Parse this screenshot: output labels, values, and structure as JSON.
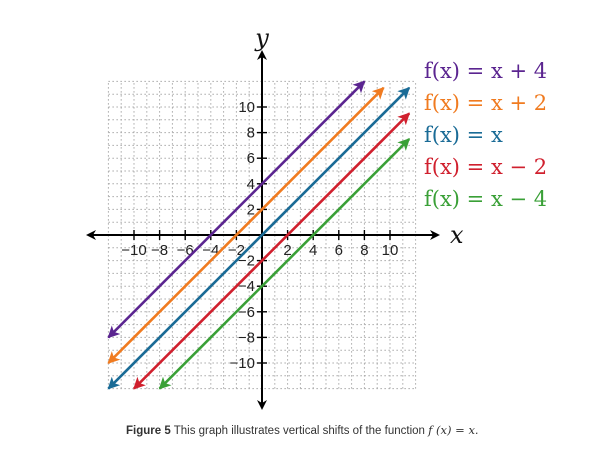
{
  "chart_data": {
    "type": "line",
    "title": "",
    "xlabel": "x",
    "ylabel": "y",
    "xlim": [
      -12,
      12
    ],
    "ylim": [
      -12,
      12
    ],
    "grid": true,
    "xticks": [
      -10,
      -8,
      -6,
      -4,
      -2,
      2,
      4,
      6,
      8,
      10
    ],
    "yticks": [
      -10,
      -8,
      -6,
      -4,
      -2,
      2,
      4,
      6,
      8,
      10
    ],
    "xtick_labels": [
      "−10",
      "−8",
      "−6",
      "−4",
      "−2",
      "2",
      "4",
      "6",
      "8",
      "10"
    ],
    "ytick_labels": [
      "−10",
      "−8",
      "−6",
      "−4",
      "−2",
      "2",
      "4",
      "6",
      "8",
      "10"
    ],
    "legend_position": "right",
    "series": [
      {
        "name": "f(x) = x + 4",
        "color": "#5b2590",
        "x": [
          -12,
          8
        ],
        "y": [
          -8,
          12
        ]
      },
      {
        "name": "f(x) = x + 2",
        "color": "#f07b20",
        "x": [
          -12,
          9.5
        ],
        "y": [
          -10,
          11.5
        ]
      },
      {
        "name": "f(x) = x",
        "color": "#1a6b96",
        "x": [
          -12,
          11.5
        ],
        "y": [
          -12,
          11.5
        ]
      },
      {
        "name": "f(x) = x − 2",
        "color": "#d0202e",
        "x": [
          -10,
          11.5
        ],
        "y": [
          -12,
          9.5
        ]
      },
      {
        "name": "f(x) = x − 4",
        "color": "#3aa037",
        "x": [
          -8,
          11.5
        ],
        "y": [
          -12,
          7.5
        ]
      }
    ]
  },
  "caption": {
    "figure_label": "Figure 5",
    "text": " This graph illustrates vertical shifts of the function ",
    "function": "f (x) = x."
  }
}
